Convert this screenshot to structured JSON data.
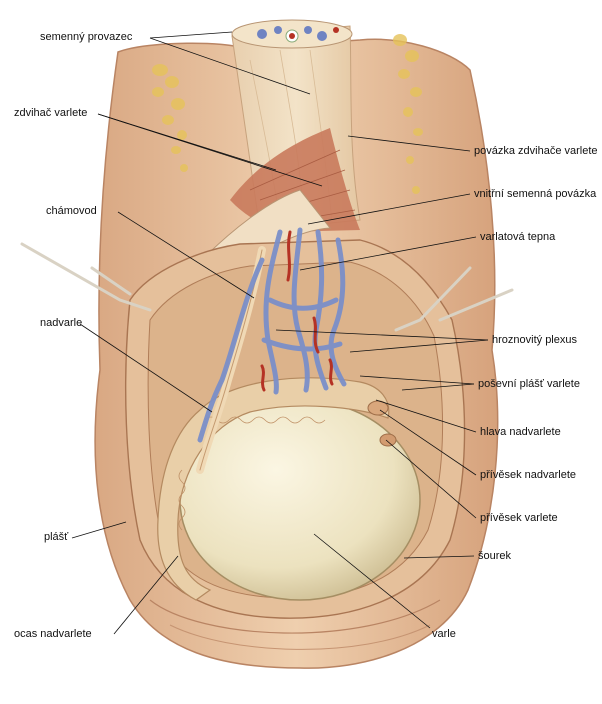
{
  "labels": {
    "semenny_provazec": "semenný provazec",
    "zdvihac_varlete": "zdvihač varlete",
    "povazka_zdvihace_varlete": "povázka zdvihače varlete",
    "vnitrni_semenna_povazka": "vnitřní semenná povázka",
    "chamovod": "chámovod",
    "varlatova_tepna": "varlatová tepna",
    "nadvarle": "nadvarle",
    "hroznovity_plexus": "hroznovitý plexus",
    "posevni_plast_varlete": "poševní plášť varlete",
    "hlava_nadvarlete": "hlava nadvarlete",
    "privesek_nadvarlete": "přívěsek nadvarlete",
    "privesek_varlete": "přívěsek varlete",
    "plast": "plášť",
    "sourek": "šourek",
    "ocas_nadvarlete": "ocas nadvarlete",
    "varle": "varle"
  },
  "colors": {
    "skin": "#e9c9a6",
    "skin_dark": "#c98f69",
    "cord": "#efdcc0",
    "muscle": "#c97a5c",
    "vein": "#7b8fc9",
    "artery": "#b53224",
    "testis": "#efe7c8",
    "fat": "#e8c85a"
  }
}
